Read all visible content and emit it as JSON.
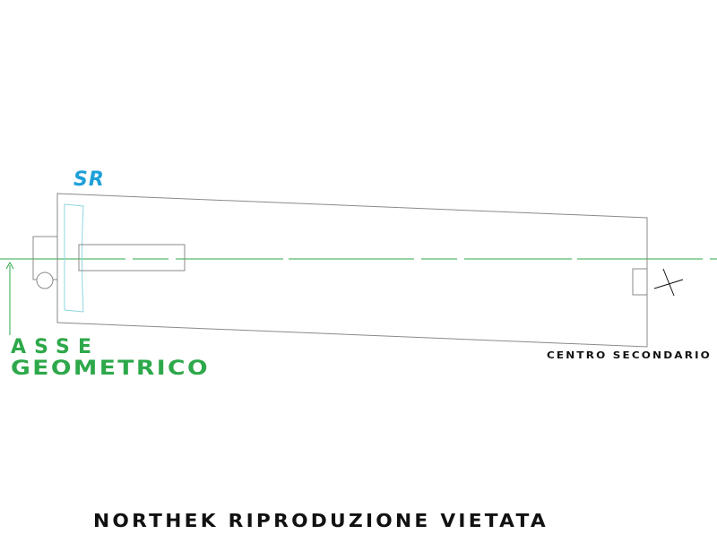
{
  "labels": {
    "sr": "SR",
    "axis_line1": "ASSE",
    "axis_line2": "GEOMETRICO",
    "secondary_center": "CENTRO SECONDARIO",
    "footer": "NORTHEK RIPRODUZIONE VIETATA"
  },
  "colors": {
    "outline": "#8a8a8a",
    "axis": "#2da84a",
    "mirror": "#8fd6e0",
    "sr_label": "#1ea0d8",
    "text_dark": "#111111"
  }
}
